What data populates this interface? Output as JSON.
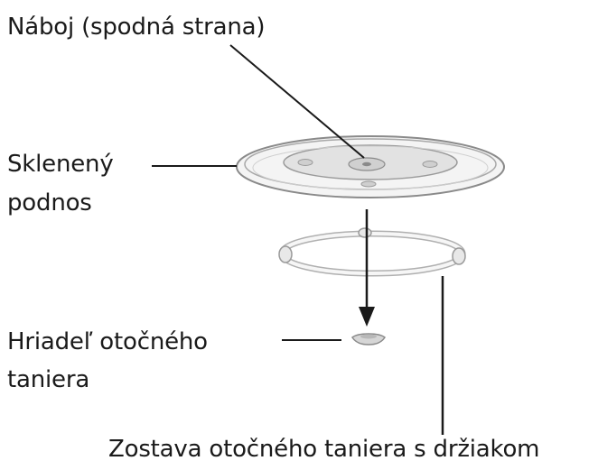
{
  "labels": {
    "hub": "Náboj (spodná strana)",
    "glass_tray_line1": "Sklenený",
    "glass_tray_line2": "podnos",
    "shaft_line1": "Hriadeľ otočného",
    "shaft_line2": "taniera",
    "roller_assembly": "Zostava otočného taniera s držiakom"
  },
  "parts": [
    {
      "name": "glass-tray",
      "icon": "glass-tray-icon"
    },
    {
      "name": "roller-ring",
      "icon": "roller-ring-icon"
    },
    {
      "name": "turntable-shaft",
      "icon": "coupler-icon"
    }
  ],
  "colors": {
    "line": "#1a1a1a",
    "part_outline": "#8a8a8a",
    "part_fill": "#f2f2f2"
  }
}
